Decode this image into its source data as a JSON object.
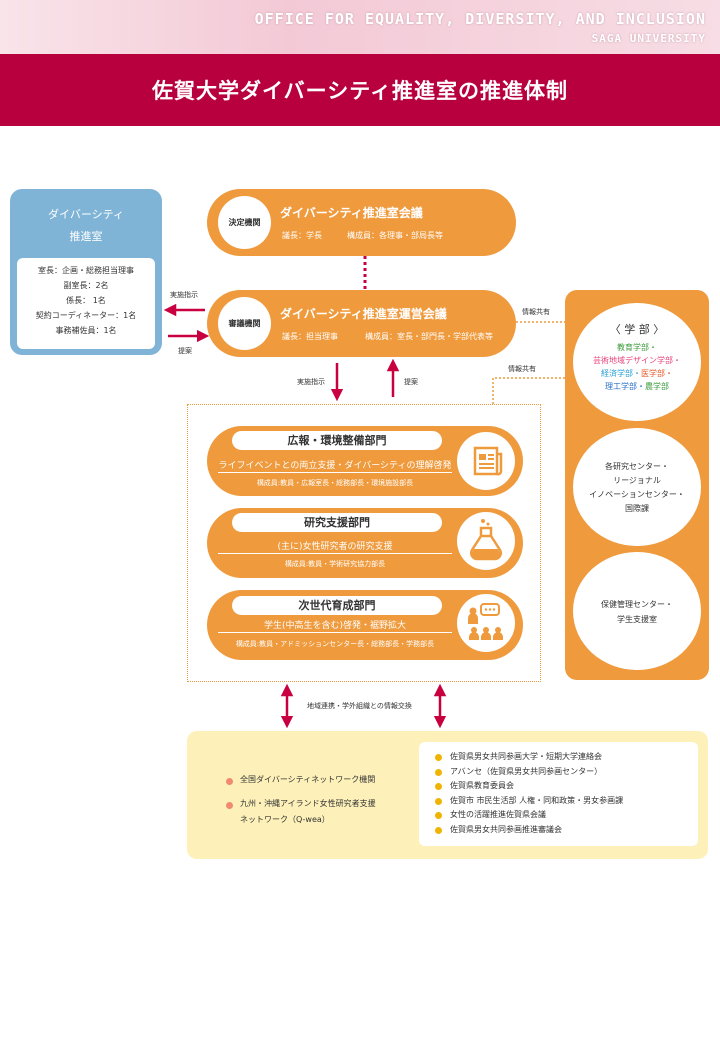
{
  "header": {
    "office_en": "OFFICE FOR EQUALITY, DIVERSITY, AND INCLUSION",
    "university_en": "SAGA UNIVERSITY",
    "title": "佐賀大学ダイバーシティ推進室の推進体制"
  },
  "office": {
    "title_line1": "ダイバーシティ",
    "title_line2": "推進室",
    "members": [
      "室長：企画・総務担当理事",
      "副室長：2名",
      "係長： 1名",
      "契約コーディネーター：1名",
      "事務補佐員：1名"
    ]
  },
  "decision": {
    "badge": "決定機関",
    "title": "ダイバーシティ推進室会議",
    "chair": "議長：学長",
    "members": "構成員：各理事・部局長等"
  },
  "deliberation": {
    "badge": "審議機関",
    "title": "ダイバーシティ推進室運営会議",
    "chair": "議長：担当理事",
    "members": "構成員：室長・部門長・学部代表等"
  },
  "arrows": {
    "instruction_left": "実施指示",
    "proposal_left": "提案",
    "instruction_mid": "実施指示",
    "proposal_mid": "提案",
    "info_share_1": "情報共有",
    "info_share_2": "情報共有",
    "regional": "地域連携・学外組織との情報交換"
  },
  "departments": [
    {
      "title": "広報・環境整備部門",
      "desc": "ライフイベントとの両立支援・ダイバーシティの理解啓発",
      "members": "構成員:教員・広報室長・総務部長・環境施設部長",
      "icon": "newspaper-icon"
    },
    {
      "title": "研究支援部門",
      "desc": "(主に)女性研究者の研究支援",
      "members": "構成員:教員・学術研究協力部長",
      "icon": "flask-icon"
    },
    {
      "title": "次世代育成部門",
      "desc": "学生(中高生を含む)啓発・裾野拡大",
      "members": "構成員:教員・アドミッションセンター長・総務部長・学務部長",
      "icon": "group-presentation-icon"
    }
  ],
  "faculties": {
    "heading": "〈 学 部 〉",
    "list": [
      {
        "text": "教育学部・",
        "color": "#3a9a3a"
      },
      {
        "text": "芸術地域デザイン学部・",
        "color": "#e8457a"
      },
      {
        "text": "経済学部・",
        "color": "#2a9fd6"
      },
      {
        "text": "医学部・",
        "color": "#e85a2a"
      },
      {
        "text": "理工学部・",
        "color": "#2a6fc9"
      },
      {
        "text": "農学部",
        "color": "#3a9a3a"
      }
    ],
    "centers": [
      "各研究センター・",
      "リージョナル",
      "イノベーションセンター・",
      "国際課"
    ],
    "health": [
      "保健管理センター・",
      "学生支援室"
    ]
  },
  "national": [
    "全国ダイバーシティネットワーク機関",
    "九州・沖縄アイランド女性研究者支援",
    "ネットワーク（Q-wea）"
  ],
  "regional_orgs": [
    "佐賀県男女共同参画大学・短期大学連絡会",
    "アバンセ（佐賀県男女共同参画センター）",
    "佐賀県教育委員会",
    "佐賀市 市民生活部 人権・同和政策・男女参画課",
    "女性の活躍推進佐賀県会議",
    "佐賀県男女共同参画推進審議会"
  ],
  "colors": {
    "crimson": "#b8003f",
    "orange": "#ef9a3c",
    "blue": "#7fb4d6",
    "cream": "#fdf1b9"
  }
}
